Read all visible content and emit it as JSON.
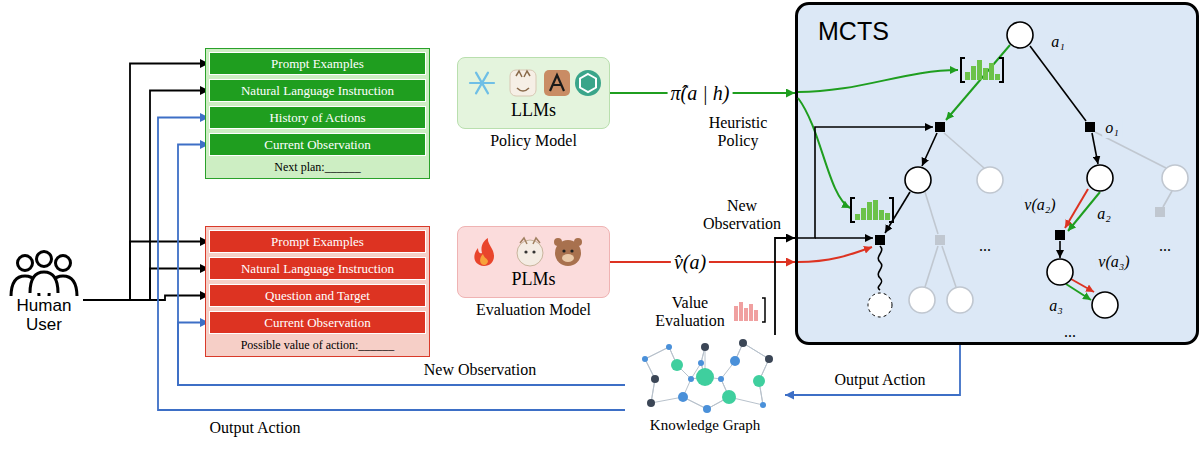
{
  "diagram": {
    "nodes": [
      {
        "text": [
          "Human User"
        ]
      },
      {
        "text": [
          "Next plan:______"
        ]
      },
      {
        "text": [
          "Prompt Examples"
        ],
        "in": 1
      },
      {
        "text": [
          "Natural Language Instruction"
        ],
        "in": 1
      },
      {
        "text": [
          "History of Actions"
        ],
        "in": 1
      },
      {
        "text": [
          "Current Observation"
        ],
        "in": 1
      },
      {
        "text": [
          "LLMs",
          "Policy Model"
        ]
      },
      {
        "text": [
          "MCTS"
        ]
      },
      {
        "text": [
          "Possible value of action:______"
        ]
      },
      {
        "text": [
          "Prompt Examples"
        ],
        "in": 8
      },
      {
        "text": [
          "Natural Language Instruction"
        ],
        "in": 8
      },
      {
        "text": [
          "Question and Target"
        ],
        "in": 8
      },
      {
        "text": [
          "Current Observation"
        ],
        "in": 8
      },
      {
        "text": [
          "PLMs",
          "Evaluation Model"
        ]
      },
      {
        "text": [
          "Knowledge Graph"
        ]
      }
    ],
    "edges": [
      {
        "from": 0,
        "to": 2,
        "arrow": "to"
      },
      {
        "from": 0,
        "to": 3,
        "arrow": "to"
      },
      {
        "from": 0,
        "to": 9,
        "arrow": "to"
      },
      {
        "from": 0,
        "to": 10,
        "arrow": "to"
      },
      {
        "from": 0,
        "to": 11,
        "arrow": "to"
      },
      {
        "from": 6,
        "to": 7,
        "label": "π̂(a | h)",
        "arrow": "to"
      },
      {
        "from": 13,
        "to": 7,
        "label": "v̂(a)",
        "arrow": "to"
      },
      {
        "from": 7,
        "to": 14,
        "label": "Output Action",
        "arrow": "to"
      },
      {
        "from": 14,
        "to": 7,
        "label": "New Observation",
        "arrow": "to"
      },
      {
        "from": 14,
        "to": 5,
        "label": "New Observation",
        "arrow": "to"
      },
      {
        "from": 14,
        "to": 12,
        "arrow": "to"
      },
      {
        "from": 14,
        "to": 4,
        "label": "Output Action",
        "arrow": "to"
      }
    ],
    "labels": [
      "Heuristic Policy",
      "Value Evaluation",
      "a₁",
      "o₁",
      "v(a₂)",
      "a₂",
      "v(a₃)",
      "a₃",
      "...",
      "...",
      "..."
    ]
  }
}
